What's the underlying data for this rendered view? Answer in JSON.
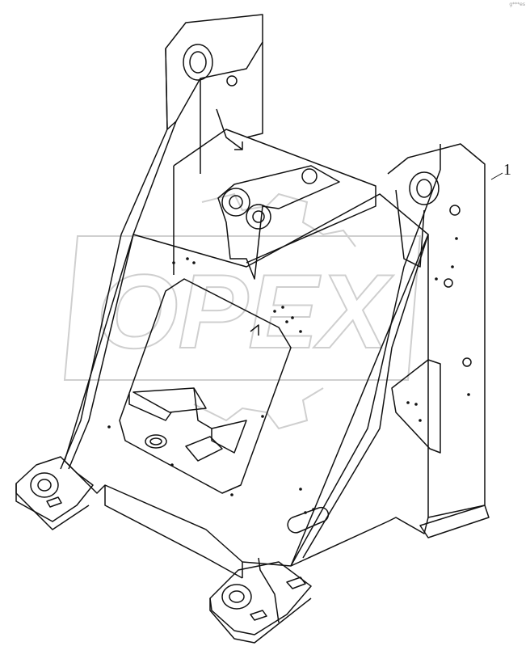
{
  "drawing": {
    "corner_tag": "g***es",
    "callouts": [
      {
        "number": "1"
      }
    ],
    "watermark": {
      "text": "OPEX",
      "color": "#d2d2d2"
    },
    "line_color": "#111111"
  }
}
